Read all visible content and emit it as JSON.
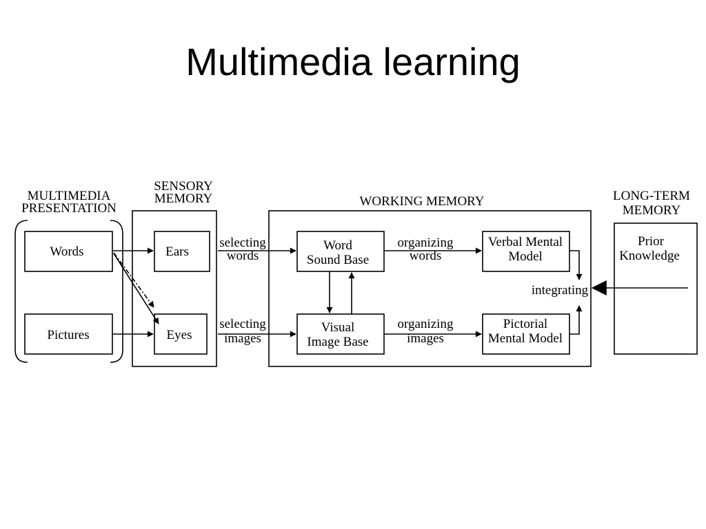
{
  "slide": {
    "title": "Multimedia learning"
  },
  "sections": {
    "presentation_l1": "MULTIMEDIA",
    "presentation_l2": "PRESENTATION",
    "sensory_l1": "SENSORY",
    "sensory_l2": "MEMORY",
    "working": "WORKING MEMORY",
    "longterm_l1": "LONG-TERM",
    "longterm_l2": "MEMORY"
  },
  "nodes": {
    "words": "Words",
    "pictures": "Pictures",
    "ears": "Ears",
    "eyes": "Eyes",
    "word_sound_l1": "Word",
    "word_sound_l2": "Sound Base",
    "visual_image_l1": "Visual",
    "visual_image_l2": "Image Base",
    "verbal_model_l1": "Verbal Mental",
    "verbal_model_l2": "Model",
    "pictorial_model_l1": "Pictorial",
    "pictorial_model_l2": "Mental Model",
    "prior_l1": "Prior",
    "prior_l2": "Knowledge"
  },
  "processes": {
    "selecting_words_l1": "selecting",
    "selecting_words_l2": "words",
    "selecting_images_l1": "selecting",
    "selecting_images_l2": "images",
    "organizing_words_l1": "organizing",
    "organizing_words_l2": "words",
    "organizing_images_l1": "organizing",
    "organizing_images_l2": "images",
    "integrating": "integrating"
  }
}
